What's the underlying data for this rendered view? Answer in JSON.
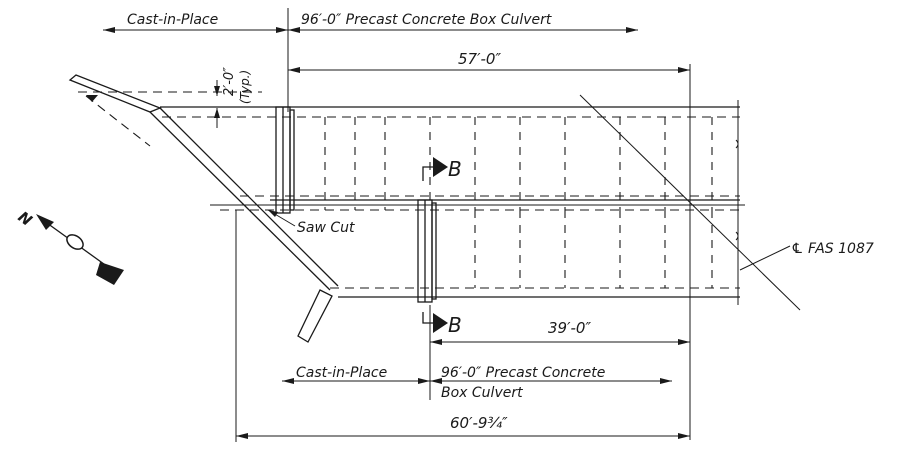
{
  "labels": {
    "cip_top": "Cast-in-Place",
    "precast_top": "96′-0″ Precast Concrete Box Culvert",
    "dim_57": "57′-0″",
    "dim_2": "2′-0″",
    "typ": "(Typ.)",
    "section_b_top": "B",
    "section_b_bottom": "B",
    "saw_cut": "Saw Cut",
    "centerline": "℄ FAS 1087",
    "dim_39": "39′-0″",
    "cip_bottom": "Cast-in-Place",
    "precast_bottom_line1": "96′-0″ Precast Concrete",
    "precast_bottom_line2": "Box Culvert",
    "dim_60": "60′-9¾″"
  },
  "icons": {
    "north_arrow": "north-arrow-icon",
    "north_letter": "N"
  },
  "colors": {
    "ink": "#1a1a1a",
    "paper": "#ffffff"
  }
}
